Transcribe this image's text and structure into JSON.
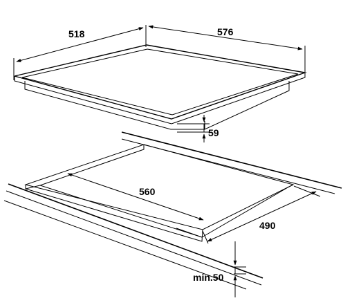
{
  "dimensions": {
    "hob_depth": "518",
    "hob_width": "576",
    "hob_height": "59",
    "cutout_width": "560",
    "cutout_depth": "490",
    "worktop_thickness": "min.50"
  },
  "colors": {
    "line": "#000000",
    "background": "#ffffff"
  }
}
